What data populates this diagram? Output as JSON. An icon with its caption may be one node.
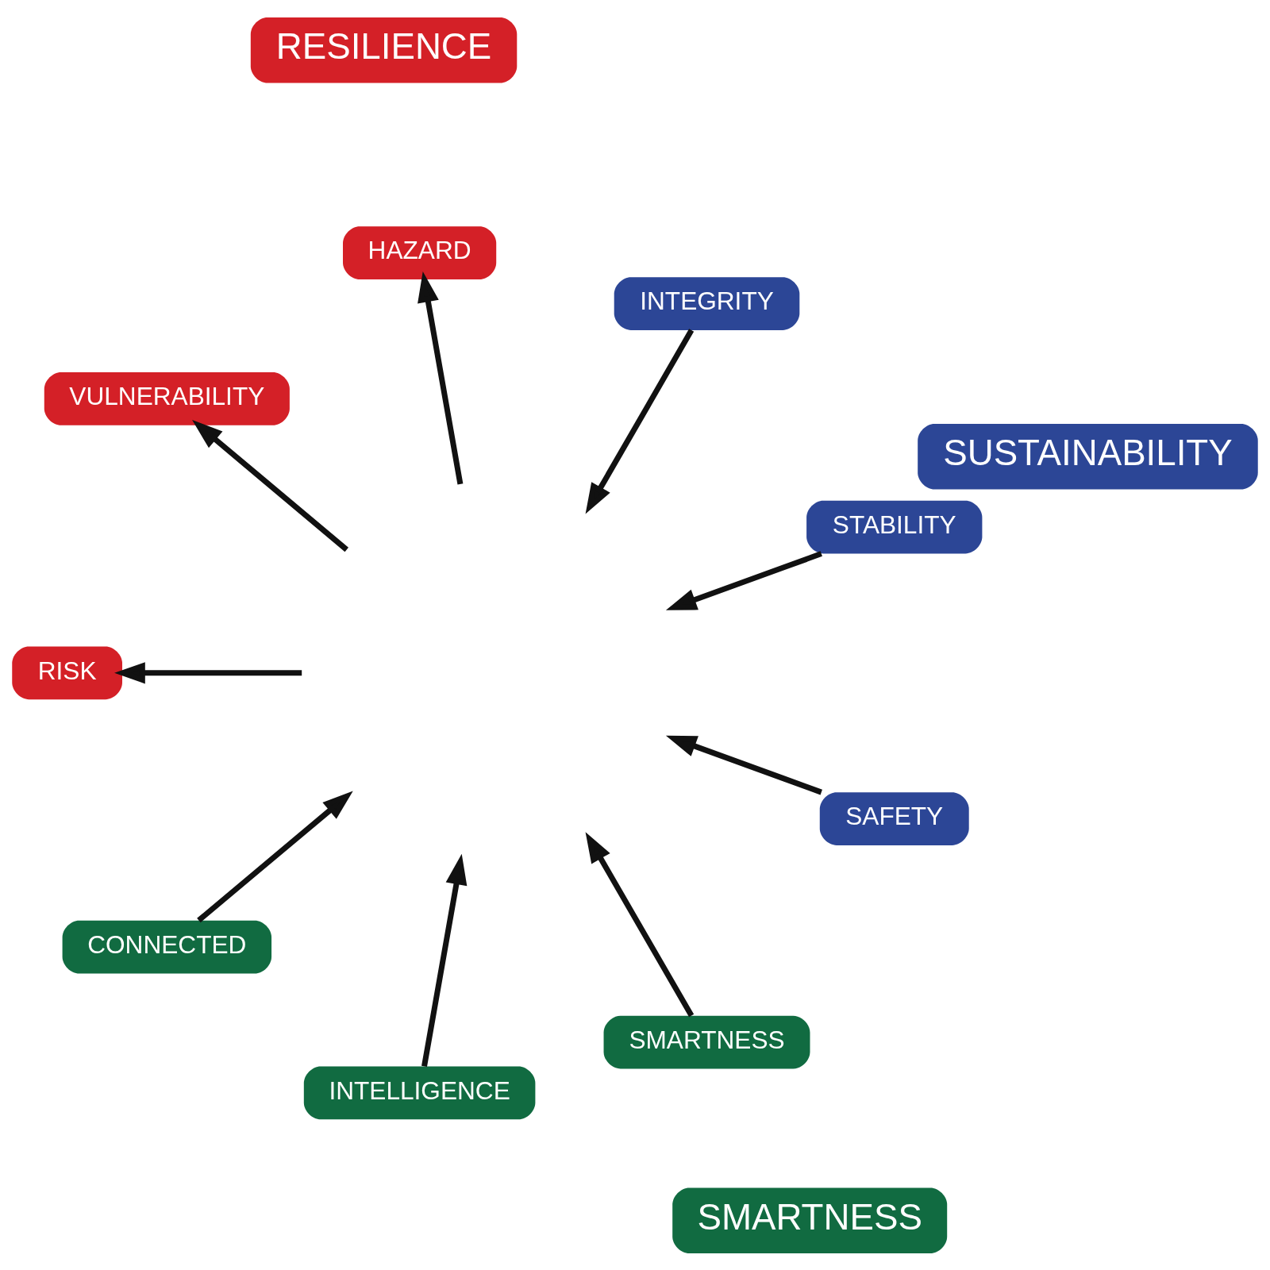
{
  "diagram": {
    "nodes": [
      {
        "text": [
          "SUSTAINABILITY"
        ]
      },
      {
        "text": [
          "STABILITY"
        ]
      },
      {
        "text": [
          "SAFETY"
        ]
      },
      {
        "text": [
          "INTEGRITY"
        ]
      },
      {
        "text": [
          "SMARTNESS"
        ]
      },
      {
        "text": [
          "SMARTNESS"
        ]
      },
      {
        "text": [
          "INTELLIGENCE"
        ]
      },
      {
        "text": [
          "CONNECTED"
        ]
      },
      {
        "text": [
          "RESILIENCE"
        ]
      },
      {
        "text": [
          "HAZARD"
        ]
      },
      {
        "text": [
          "VULNERABILITY"
        ]
      },
      {
        "text": [
          "RISK"
        ]
      }
    ],
    "edges": [
      {
        "from": 1,
        "to": null,
        "arrow": "to"
      },
      {
        "from": 2,
        "to": null,
        "arrow": "to"
      },
      {
        "from": 3,
        "to": null,
        "arrow": "to"
      },
      {
        "from": 5,
        "to": null,
        "arrow": "to"
      },
      {
        "from": 6,
        "to": null,
        "arrow": "to"
      },
      {
        "from": 7,
        "to": null,
        "arrow": "to"
      },
      {
        "from": null,
        "to": 9,
        "arrow": "to"
      },
      {
        "from": null,
        "to": 10,
        "arrow": "to"
      },
      {
        "from": null,
        "to": 11,
        "arrow": "to"
      }
    ]
  }
}
